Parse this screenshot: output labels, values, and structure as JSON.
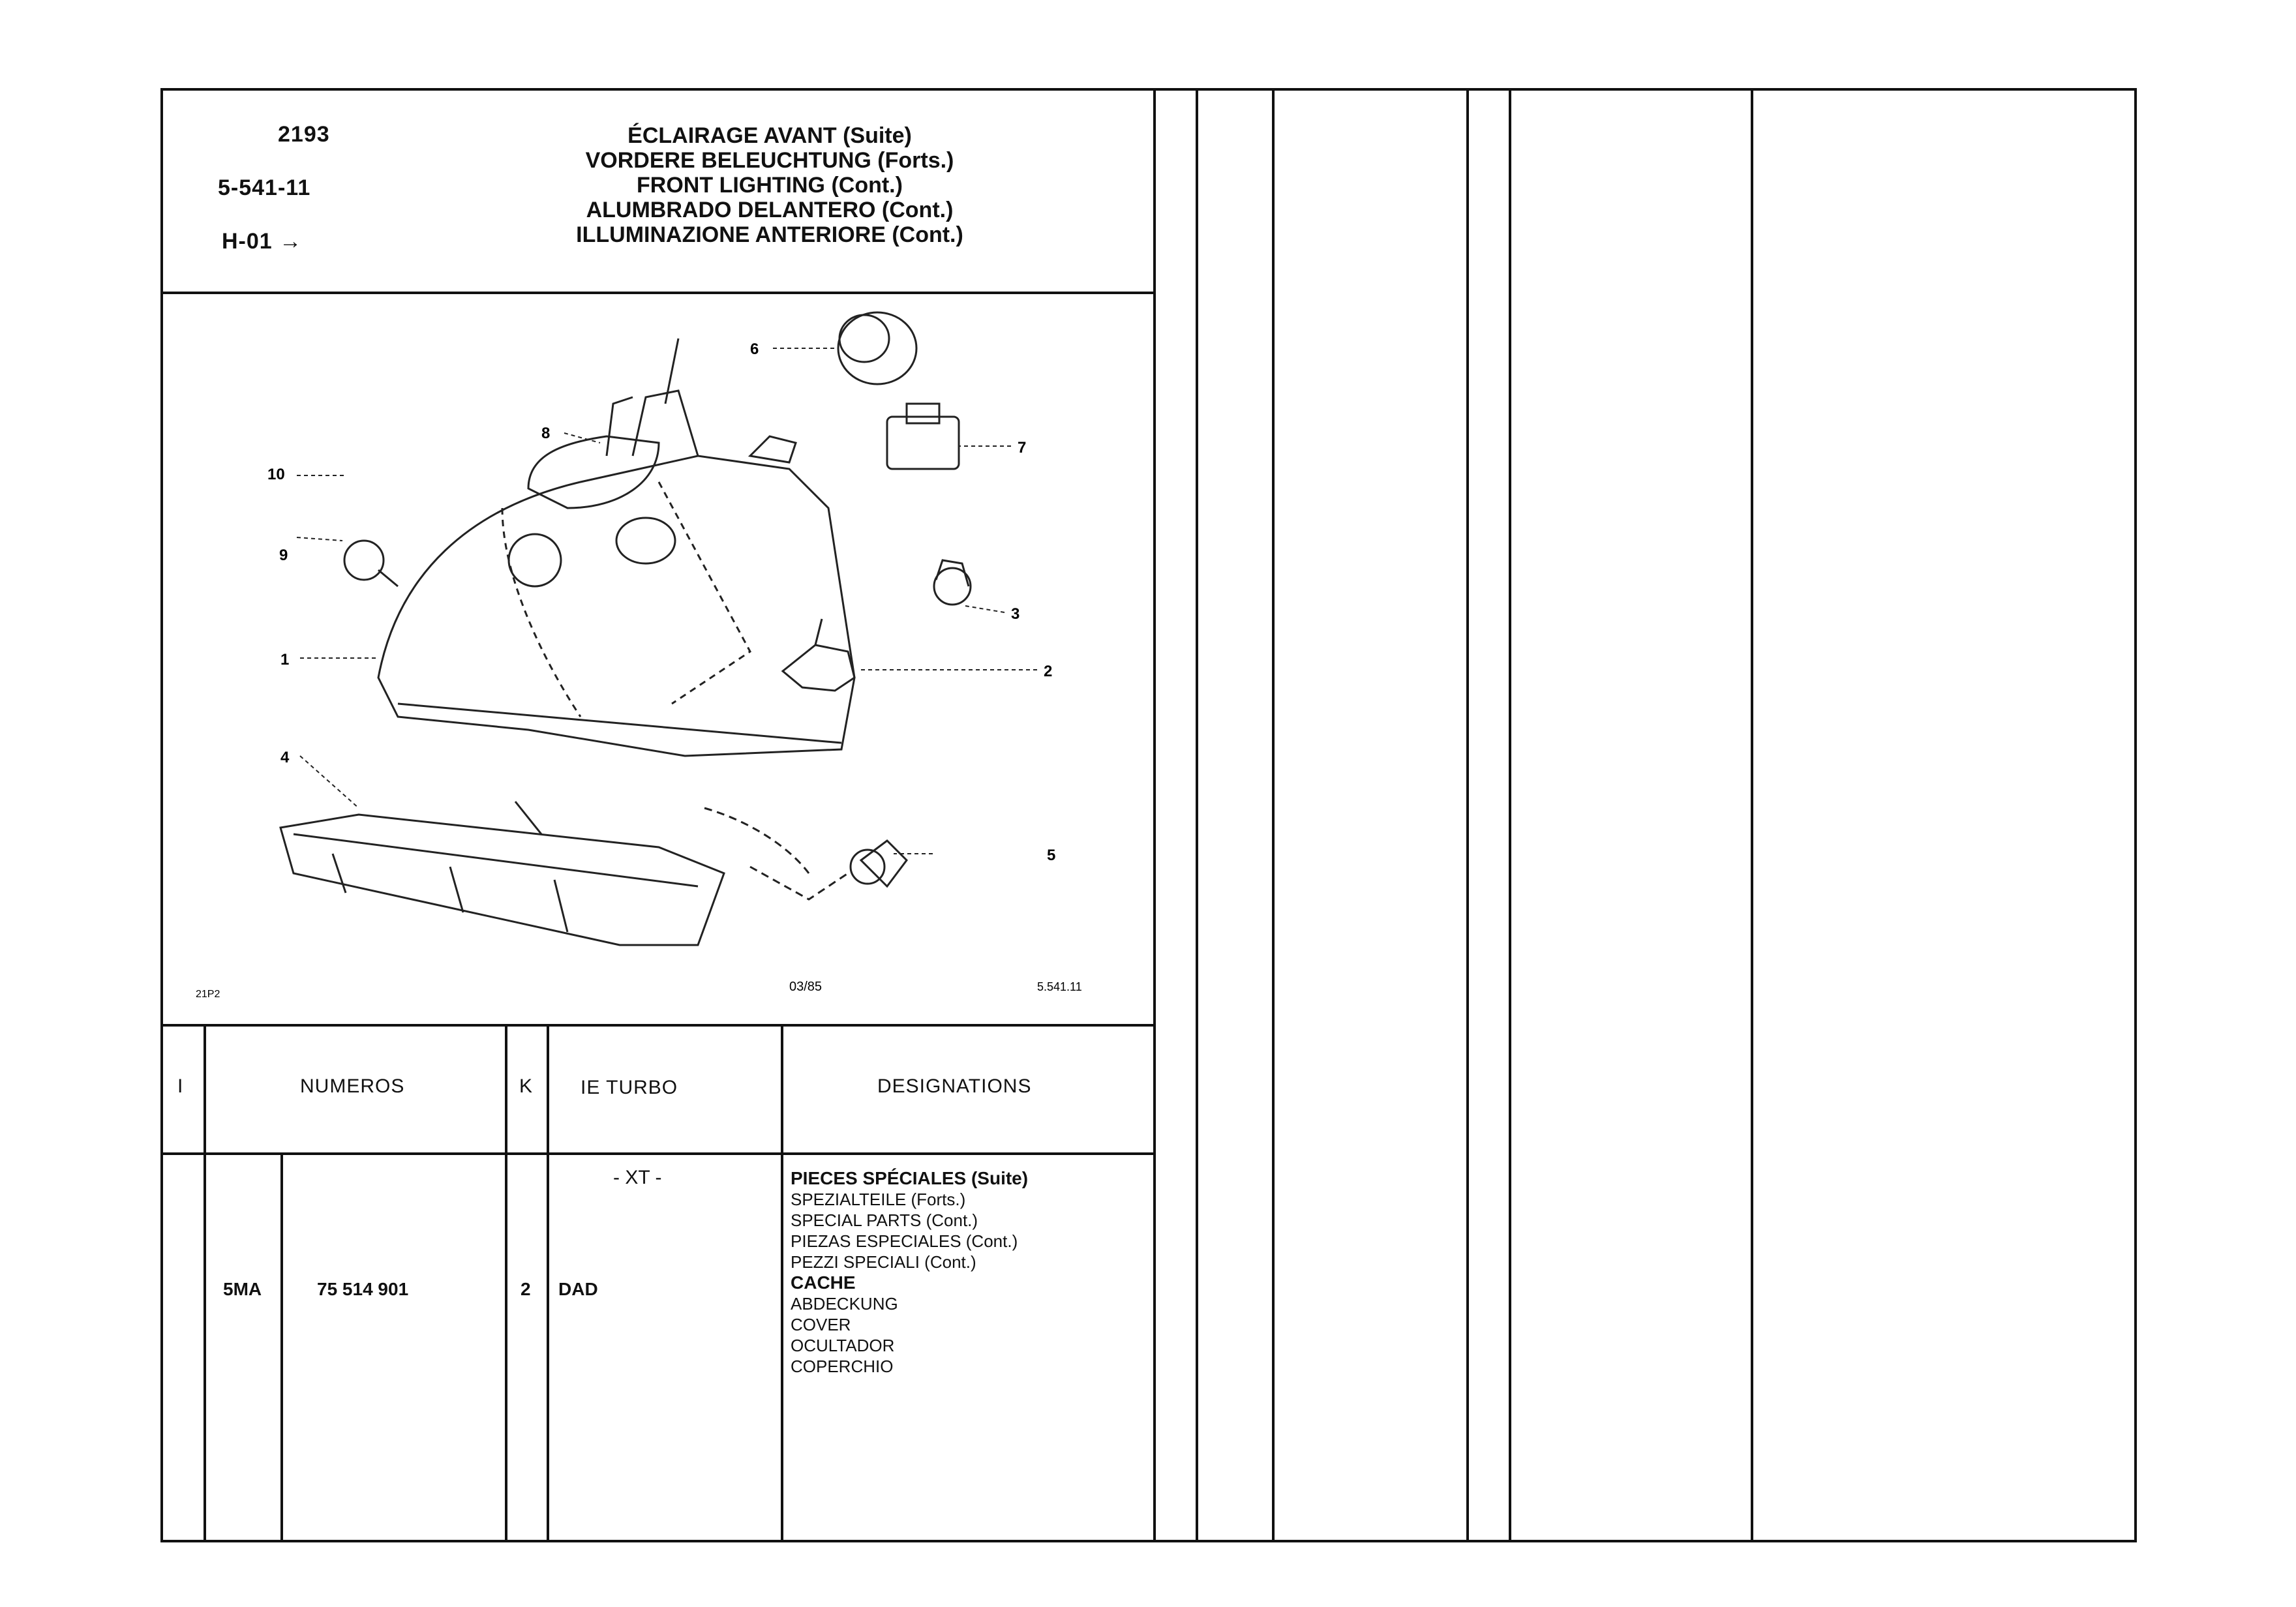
{
  "header": {
    "group_number": "2193",
    "plate_ref": "5-541-11",
    "model_ref": "H-01 →",
    "titles": [
      "ÉCLAIRAGE AVANT (Suite)",
      "VORDERE BELEUCHTUNG (Forts.)",
      "FRONT LIGHTING (Cont.)",
      "ALUMBRADO DELANTERO (Cont.)",
      "ILLUMINAZIONE ANTERIORE (Cont.)"
    ]
  },
  "diagram": {
    "callouts": [
      "1",
      "2",
      "3",
      "4",
      "5",
      "6",
      "7",
      "8",
      "9",
      "10"
    ],
    "footer_left": "21P2",
    "footer_date": "03/85",
    "footer_ref": "5.541.11"
  },
  "table": {
    "headers": {
      "index": "I",
      "numbers": "NUMEROS",
      "qty": "K",
      "model": "IE TURBO",
      "designations": "DESIGNATIONS"
    },
    "section_marker": "- XT -",
    "section_titles": [
      "PIECES SPÉCIALES (Suite)",
      "SPEZIALTEILE (Forts.)",
      "SPECIAL PARTS (Cont.)",
      "PIEZAS ESPECIALES (Cont.)",
      "PEZZI SPECIALI (Cont.)"
    ],
    "row": {
      "prefix": "5MA",
      "part_number": "75 514 901",
      "qty": "2",
      "model_code": "DAD",
      "names": [
        "CACHE",
        "ABDECKUNG",
        "COVER",
        "OCULTADOR",
        "COPERCHIO"
      ]
    }
  }
}
